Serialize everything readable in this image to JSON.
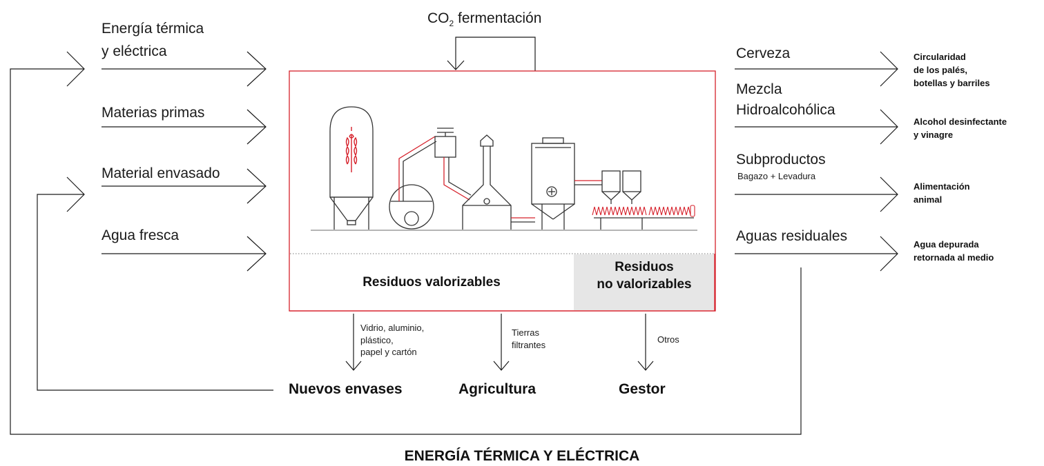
{
  "top": {
    "co2_prefix": "CO",
    "co2_sub": "2",
    "co2_suffix": " fermentación"
  },
  "inputs": [
    {
      "line1": "Energía térmica",
      "line2": "y eléctrica"
    },
    {
      "line1": "Materias primas"
    },
    {
      "line1": "Material envasado"
    },
    {
      "line1": "Agua fresca"
    }
  ],
  "outputs": [
    {
      "lines": [
        "Cerveza"
      ],
      "sub": "",
      "dest": [
        "Circularidad",
        "de los palés,",
        "botellas y barriles"
      ]
    },
    {
      "lines": [
        "Mezcla",
        "Hidroalcohólica"
      ],
      "sub": "",
      "dest": [
        "Alcohol desinfectante",
        "y vinagre"
      ]
    },
    {
      "lines": [
        "Subproductos"
      ],
      "sub": "Bagazo + Levadura",
      "dest": [
        "Alimentación",
        "animal"
      ]
    },
    {
      "lines": [
        "Aguas residuales"
      ],
      "sub": "",
      "dest": [
        "Agua depurada",
        "retornada al medio"
      ]
    }
  ],
  "box": {
    "valorizables": "Residuos valorizables",
    "no_valorizables_line1": "Residuos",
    "no_valorizables_line2": "no valorizables"
  },
  "waste_flows": [
    {
      "label": [
        "Vidrio, aluminio,",
        "plástico,",
        "papel y cartón"
      ],
      "target": "Nuevos envases"
    },
    {
      "label": [
        "Tierras",
        "filtrantes"
      ],
      "target": "Agricultura"
    },
    {
      "label": [
        "Otros"
      ],
      "target": "Gestor"
    }
  ],
  "bottom_title": "ENERGÍA TÉRMICA Y ELÉCTRICA",
  "colors": {
    "accent": "#d6202a",
    "line": "#1a1a1a",
    "grey_box": "#e6e6e6",
    "machine_stroke": "#333333"
  }
}
